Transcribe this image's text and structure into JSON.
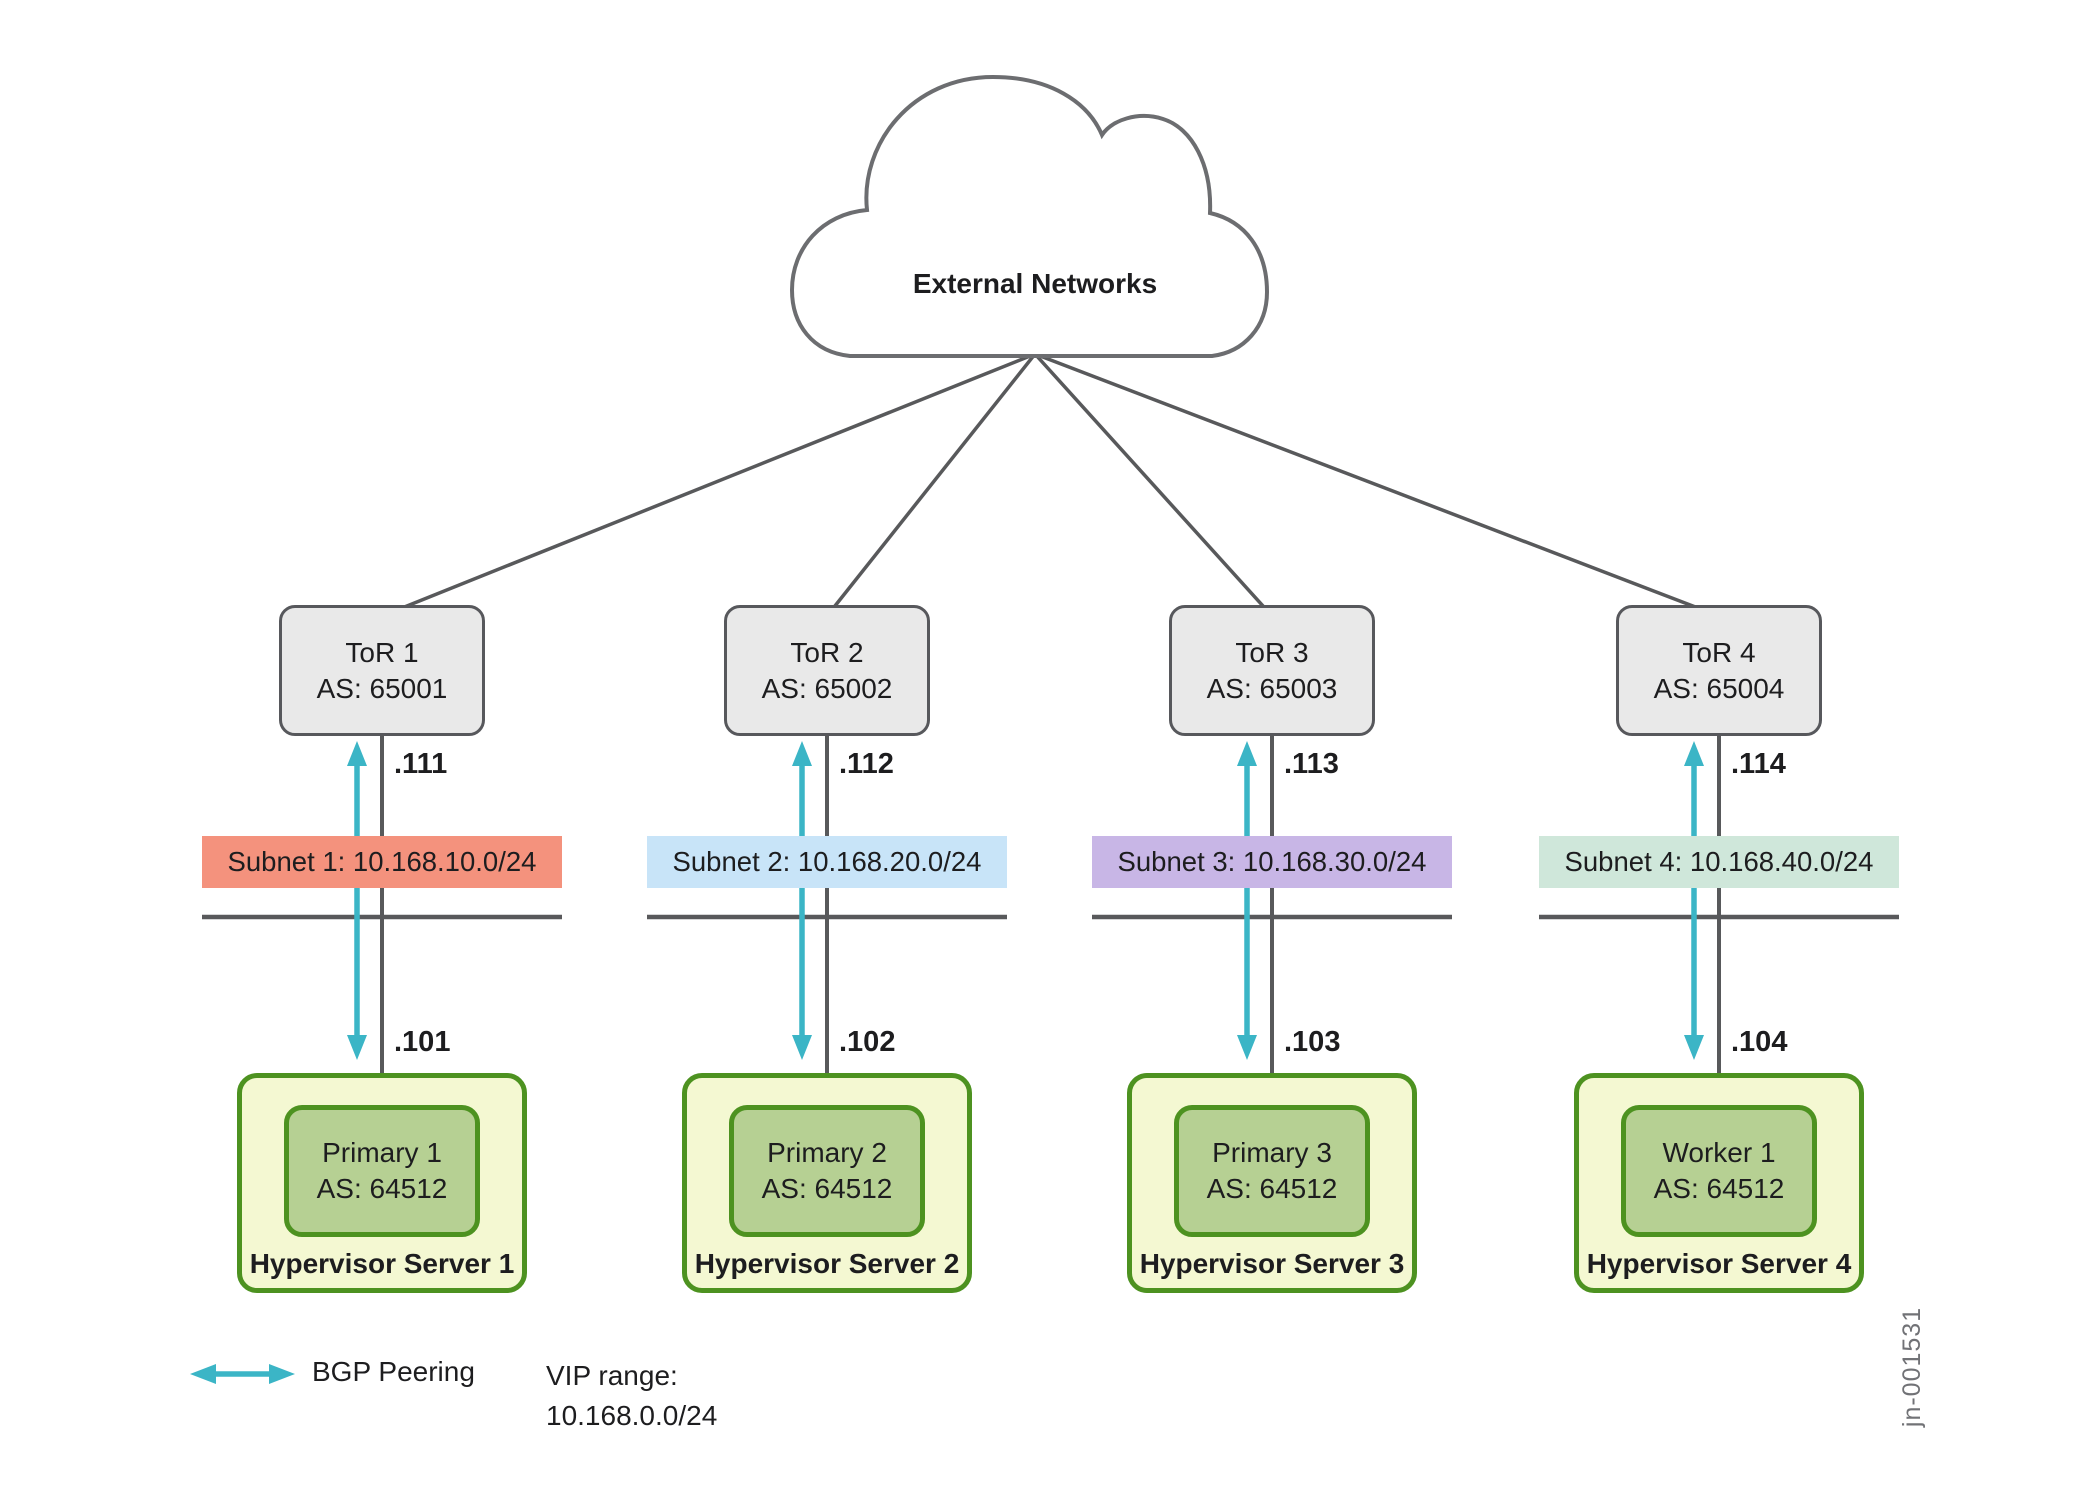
{
  "cloud": {
    "label": "External Networks"
  },
  "columns": [
    {
      "tor_name": "ToR 1",
      "tor_as": "AS: 65001",
      "tor_port": ".111",
      "subnet_label": "Subnet 1: 10.168.10.0/24",
      "server_port": ".101",
      "vm_name": "Primary 1",
      "vm_as": "AS: 64512",
      "server_name": "Hypervisor Server 1"
    },
    {
      "tor_name": "ToR 2",
      "tor_as": "AS: 65002",
      "tor_port": ".112",
      "subnet_label": "Subnet 2: 10.168.20.0/24",
      "server_port": ".102",
      "vm_name": "Primary 2",
      "vm_as": "AS: 64512",
      "server_name": "Hypervisor Server 2"
    },
    {
      "tor_name": "ToR 3",
      "tor_as": "AS: 65003",
      "tor_port": ".113",
      "subnet_label": "Subnet 3: 10.168.30.0/24",
      "server_port": ".103",
      "vm_name": "Primary 3",
      "vm_as": "AS: 64512",
      "server_name": "Hypervisor Server 3"
    },
    {
      "tor_name": "ToR 4",
      "tor_as": "AS: 65004",
      "tor_port": ".114",
      "subnet_label": "Subnet 4: 10.168.40.0/24",
      "server_port": ".104",
      "vm_name": "Worker 1",
      "vm_as": "AS: 64512",
      "server_name": "Hypervisor Server 4"
    }
  ],
  "legend": {
    "bgp_label": "BGP Peering",
    "vip_line1": "VIP range:",
    "vip_line2": "10.168.0.0/24"
  },
  "watermark": "jn-001531",
  "colors": {
    "teal": "#3bb5c6",
    "line": "#58595b",
    "cloud-stroke": "#6c6d70",
    "tor-fill": "#e9e9e9",
    "tor-stroke": "#57585c",
    "server-fill": "#f4f8d2",
    "green": "#4d9220",
    "vm-fill": "#b6d093",
    "subnet-1": "#f4927d",
    "subnet-2": "#c8e4f8",
    "subnet-3": "#c8b6e6",
    "subnet-4": "#cfe7da",
    "text": "#1d1d1f",
    "watermark": "#717276"
  }
}
